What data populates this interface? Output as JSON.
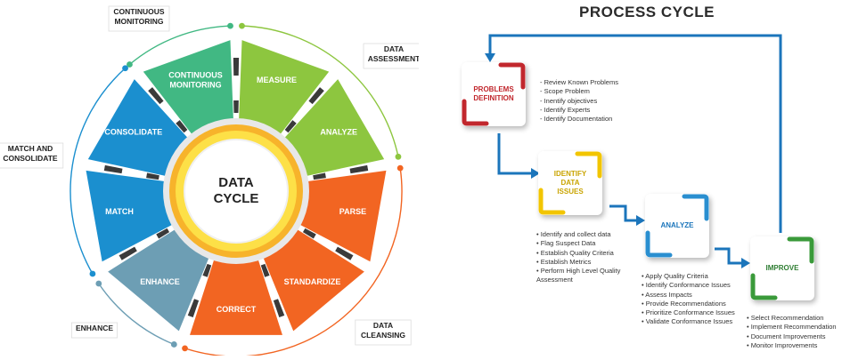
{
  "data_cycle": {
    "center_line1": "DATA",
    "center_line2": "CYCLE",
    "segments": [
      {
        "label": "MEASURE",
        "color": "#8dc63f"
      },
      {
        "label": "ANALYZE",
        "color": "#8dc63f"
      },
      {
        "label": "PARSE",
        "color": "#f26522"
      },
      {
        "label": "STANDARDIZE",
        "color": "#f26522"
      },
      {
        "label": "CORRECT",
        "color": "#f26522"
      },
      {
        "label": "ENHANCE",
        "color": "#6d9eb4"
      },
      {
        "label": "MATCH",
        "color": "#1b8fcf"
      },
      {
        "label": "CONSOLIDATE",
        "color": "#1b8fcf"
      },
      {
        "label": "CONTINUOUS MONITORING",
        "color": "#41b883"
      }
    ],
    "outer_labels": {
      "continuous_monitoring": "CONTINUOUS MONITORING",
      "data_assessment": "DATA ASSESSMENT",
      "match_consolidate": "MATCH AND CONSOLIDATE",
      "enhance": "ENHANCE",
      "data_cleansing": "DATA CLEANSING"
    },
    "colors": {
      "green": "#8dc63f",
      "orange": "#f26522",
      "blue": "#1b8fcf",
      "steel": "#6d9eb4",
      "teal": "#41b883",
      "ring_yellow": "#fdb913"
    }
  },
  "process_cycle": {
    "title": "PROCESS CYCLE",
    "stages": [
      {
        "label_lines": [
          "PROBLEMS",
          "DEFINITION"
        ],
        "color": "#c1272d",
        "bullets": [
          "Review Known Problems",
          "Scope Problem",
          "Inentify objectives",
          "Identify Experts",
          "Identify Documentation"
        ]
      },
      {
        "label_lines": [
          "IDENTIFY",
          "DATA",
          "ISSUES"
        ],
        "color": "#f2c500",
        "bullets": [
          "Identify and collect data",
          "Flag Suspect Data",
          "Establish Quality Criteria",
          "Establish Metrics",
          "Perform High Level Quality Assessment"
        ]
      },
      {
        "label_lines": [
          "ANALYZE"
        ],
        "color": "#2a8fd0",
        "bullets": [
          "Apply Quality Criteria",
          "Identify Conformance Issues",
          "Assess Impacts",
          "Provide Recommendations",
          "Prioritize Conformance Issues",
          "Validate Conformance Issues"
        ]
      },
      {
        "label_lines": [
          "IMPROVE"
        ],
        "color": "#3a9a3a",
        "bullets": [
          "Select Recommendation",
          "Implement Recommendation",
          "Document Improvements",
          "Monitor Improvements"
        ]
      }
    ],
    "arrow_color": "#1b75bb"
  }
}
